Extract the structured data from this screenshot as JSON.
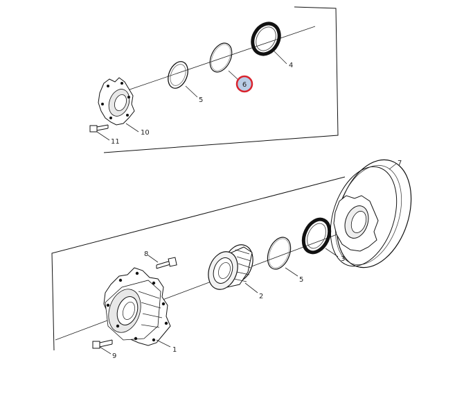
{
  "diagram": {
    "callouts": {
      "c1": "1",
      "c2": "2",
      "c3": "3",
      "c4": "4",
      "c5_upper": "5",
      "c5_lower": "5",
      "c6": "6",
      "c7": "7",
      "c8": "8",
      "c9": "9",
      "c10": "10",
      "c11": "11"
    },
    "highlight_color": "#d9232d",
    "highlight_fill": "#b9cde6"
  }
}
